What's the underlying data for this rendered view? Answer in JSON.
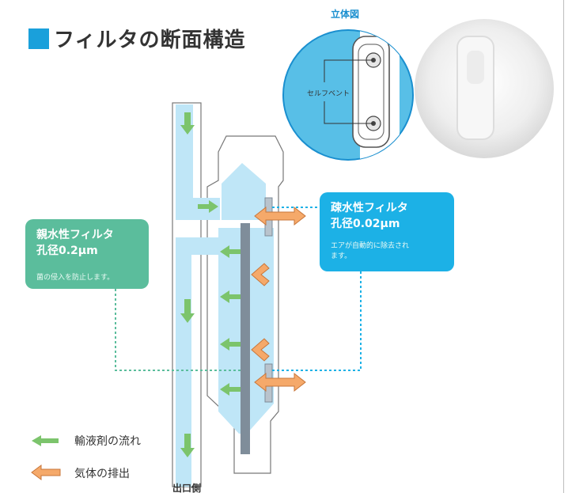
{
  "title": "フィルタの断面構造",
  "view_label": "立体図",
  "vent_label": "セルフベント",
  "hydrophilic": {
    "heading_line1": "親水性フィルタ",
    "heading_line2": "孔径0.2μm",
    "description": "菌の侵入を防止します。",
    "color": "#5bbd9c"
  },
  "hydrophobic": {
    "heading_line1": "疎水性フィルタ",
    "heading_line2": "孔径0.02μm",
    "description_line1": "エアが自動的に除去され",
    "description_line2": "ます。",
    "color": "#1cb1e6"
  },
  "legend": {
    "liquid": "輸液剤の流れ",
    "gas": "気体の排出"
  },
  "outlet_label": "出口側",
  "colors": {
    "liquid_fill": "#bfe6f7",
    "liquid_arrow": "#7cc46c",
    "gas_arrow": "#f5a96a",
    "accent": "#1aa0db"
  }
}
